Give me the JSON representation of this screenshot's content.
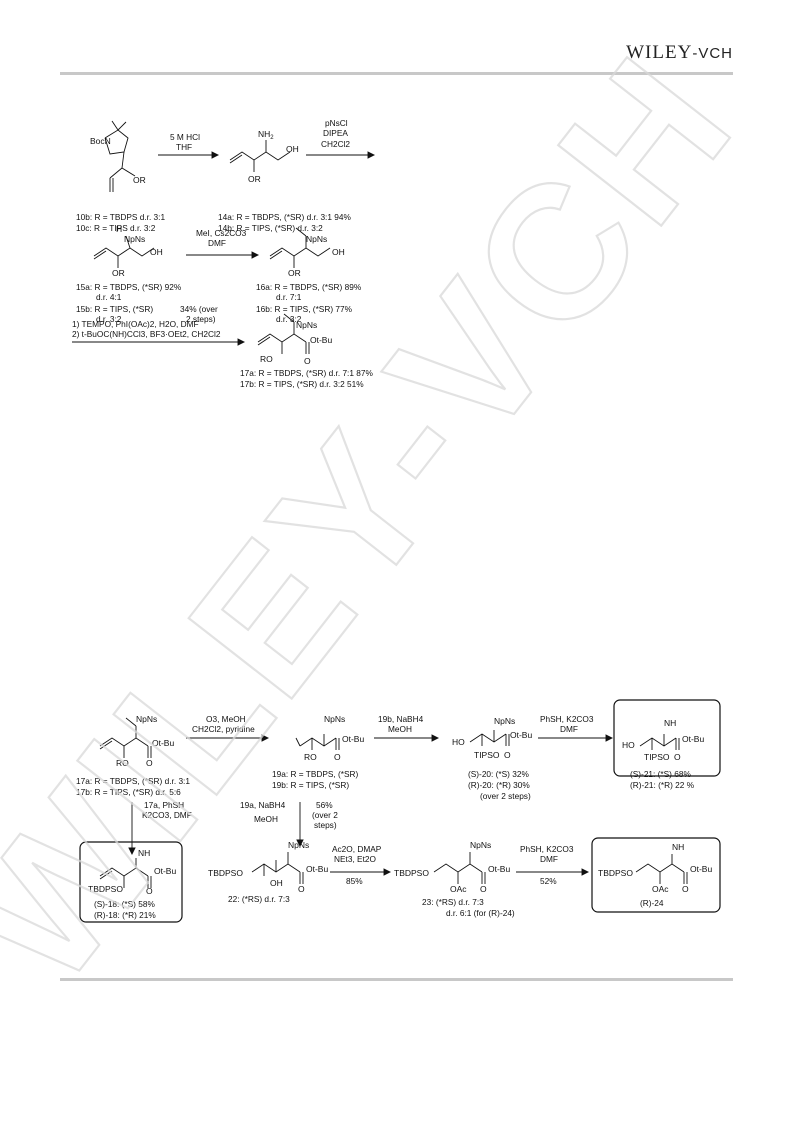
{
  "header": {
    "publisher_main": "WILEY",
    "publisher_sub": "-VCH"
  },
  "watermark": {
    "text": "WILEY-VCH"
  },
  "scheme1": {
    "r1": {
      "sm_group": "BocN",
      "sm_or": "OR",
      "reagent1": "5 M HCl",
      "reagent2": "THF",
      "sm_label1": "10b: R = TBDPS  d.r. 3:1",
      "sm_label2": "10c: R = TIPS  d.r. 3:2",
      "p_nh2": "NH",
      "p_nh2_sub": "2",
      "p_oh": "OH",
      "p_or": "OR",
      "p_label1": "14a: R = TBDPS, (*SR)  d.r. 3:1  94%",
      "p_label2": "14b: R = TIPS, (*SR)  d.r. 3:2",
      "reagent3": "pNsCl",
      "reagent4": "DIPEA",
      "reagent5": "CH2Cl2"
    },
    "r2": {
      "sm_n": "H",
      "sm_npns": "NpNs",
      "sm_oh": "OH",
      "sm_or": "OR",
      "sm_label1": "15a: R = TBDPS, (*SR)  92%",
      "sm_label1b": "d.r. 4:1",
      "sm_label2": "15b: R = TIPS, (*SR)",
      "sm_label2b": "d.r. 3:2",
      "yield_note1": "34% (over",
      "yield_note2": "2 steps)",
      "reagent1": "MeI, Cs2CO3",
      "reagent2": "DMF",
      "p_npns": "NpNs",
      "p_oh": "OH",
      "p_or": "OR",
      "p_label1": "16a: R = TBDPS, (*SR)  89%",
      "p_label1b": "d.r. 7:1",
      "p_label2": "16b: R = TIPS, (*SR)      77%",
      "p_label2b": "d.r. 3:2"
    },
    "r3": {
      "reagent1": "1) TEMPO, PhI(OAc)2, H2O, DMF",
      "reagent2": "2) t-BuOC(NH)CCl3, BF3·OEt2, CH2Cl2",
      "p_npns": "NpNs",
      "p_otbu": "Ot-Bu",
      "p_ro": "RO",
      "p_o": "O",
      "p_label1": "17a: R = TBDPS, (*SR)  d.r. 7:1  87%",
      "p_label2": "17b: R = TIPS, (*SR)  d.r. 3:2      51%"
    }
  },
  "scheme2": {
    "a": {
      "npns": "NpNs",
      "otbu": "Ot-Bu",
      "ro": "RO",
      "o": "O",
      "label1": "17a: R = TBDPS, (*SR)  d.r. 3:1",
      "label2": "17b: R = TIPS, (*SR)  d.r. 5:6"
    },
    "step_ab": {
      "r1": "O3, MeOH",
      "r2": "CH2Cl2, pyridine"
    },
    "b": {
      "npns": "NpNs",
      "otbu": "Ot-Bu",
      "ro": "RO",
      "o": "O",
      "label1": "19a: R = TBDPS, (*SR)",
      "label2": "19b: R = TIPS, (*SR)"
    },
    "step_bc": {
      "r1": "19b, NaBH4",
      "r2": "MeOH"
    },
    "c": {
      "npns": "NpNs",
      "otbu": "Ot-Bu",
      "ho": "HO",
      "tipso": "TIPSO",
      "o": "O",
      "label1": "(S)-20: (*S)  32%",
      "label2": "(R)-20: (*R)  30%",
      "label3": "(over 2 steps)"
    },
    "step_cd": {
      "r1": "PhSH, K2CO3",
      "r2": "DMF"
    },
    "d": {
      "nh": "NH",
      "otbu": "Ot-Bu",
      "ho": "HO",
      "tipso": "TIPSO",
      "o": "O",
      "label1": "(S)-21: (*S)  68%",
      "label2": "(R)-21: (*R)  22 %"
    },
    "step_ae": {
      "r1": "17a, PhSH",
      "r2": "K2CO3, DMF"
    },
    "e": {
      "nh": "NH",
      "otbu": "Ot-Bu",
      "tbdpso": "TBDPSO",
      "o": "O",
      "label1": "(S)-18: (*S)  58%",
      "label2": "(R)-18: (*R)  21%"
    },
    "step_bf": {
      "r1": "19a, NaBH4",
      "r2": "MeOH",
      "y1": "56%",
      "y2": "(over 2",
      "y3": "steps)"
    },
    "f": {
      "npns": "NpNs",
      "otbu": "Ot-Bu",
      "tbdpso": "TBDPSO",
      "oh": "OH",
      "o": "O",
      "label1": "22: (*RS)  d.r. 7:3"
    },
    "step_fg": {
      "r1": "Ac2O, DMAP",
      "r2": "NEt3, Et2O",
      "y": "85%"
    },
    "g": {
      "npns": "NpNs",
      "otbu": "Ot-Bu",
      "tbdpso": "TBDPSO",
      "oac": "OAc",
      "o": "O",
      "label1": "23: (*RS)  d.r. 7:3",
      "label2": "d.r. 6:1 (for (R)-24)"
    },
    "step_gh": {
      "r1": "PhSH, K2CO3",
      "r2": "DMF",
      "y": "52%"
    },
    "h": {
      "nh": "NH",
      "otbu": "Ot-Bu",
      "tbdpso": "TBDPSO",
      "oac": "OAc",
      "o": "O",
      "label1": "(R)-24"
    }
  }
}
